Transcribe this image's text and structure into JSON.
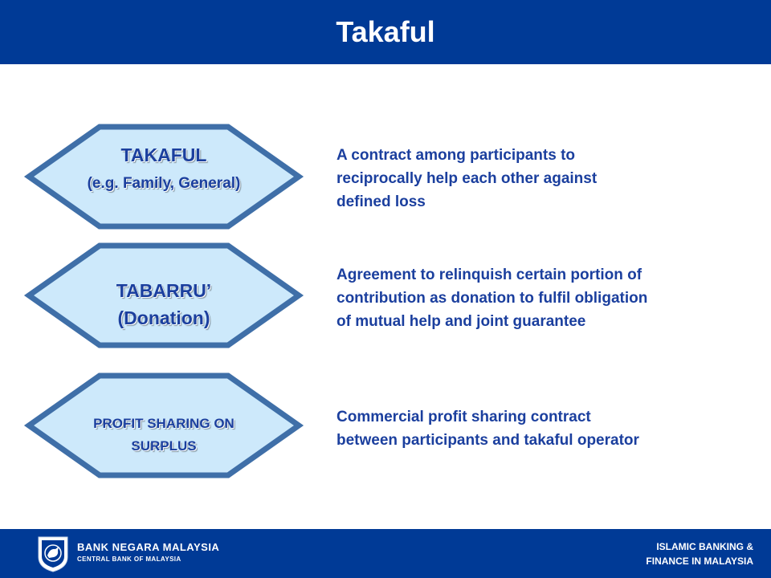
{
  "slide": {
    "title": "Takaful"
  },
  "items": [
    {
      "label_line1": "TAKAFUL",
      "label_line2": "(e.g. Family, General)",
      "description_lines": [
        "A contract among participants to",
        "reciprocally help each other against",
        "defined loss"
      ]
    },
    {
      "label_line1": "TABARRU’",
      "label_line2": "(Donation)",
      "description_lines": [
        "Agreement to relinquish certain portion of",
        "contribution as donation to fulfil obligation",
        "of mutual help and joint guarantee"
      ]
    },
    {
      "label_line1": "PROFIT SHARING ON",
      "label_line2": "SURPLUS",
      "description_lines": [
        "Commercial profit sharing contract",
        "between participants and takaful operator"
      ]
    }
  ],
  "footer": {
    "bank_name": "BANK NEGARA MALAYSIA",
    "bank_subtitle": "CENTRAL BANK OF MALAYSIA",
    "right_line1": "ISLAMIC BANKING &",
    "right_line2": "FINANCE IN MALAYSIA",
    "logo_icon": "bank-negara-crest-icon"
  },
  "colors": {
    "header_bg": "#003a96",
    "hex_fill": "#cde9fb",
    "hex_border": "#3f6fa8",
    "text_blue": "#1b3f9e"
  }
}
